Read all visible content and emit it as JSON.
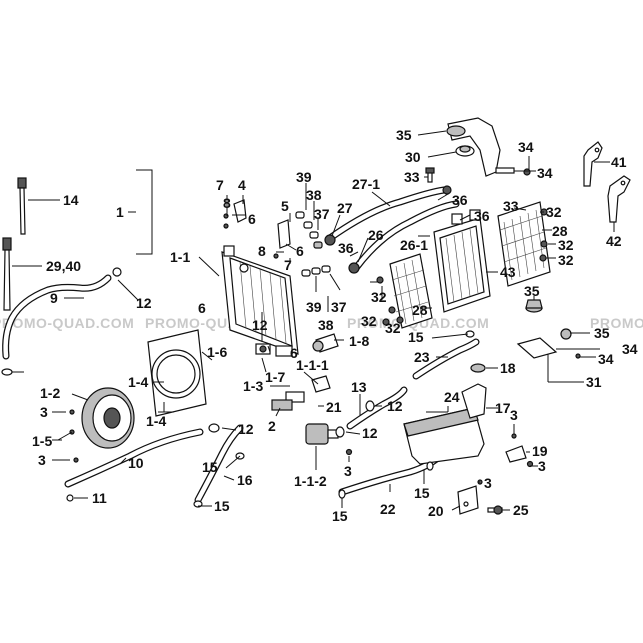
{
  "diagram": {
    "watermark": "PROMO-QUAD.COM",
    "labels": [
      {
        "id": "l35a",
        "text": "35"
      },
      {
        "id": "l34a",
        "text": "34"
      },
      {
        "id": "l30",
        "text": "30"
      },
      {
        "id": "l33a",
        "text": "33"
      },
      {
        "id": "l34b",
        "text": "34"
      },
      {
        "id": "l41",
        "text": "41"
      },
      {
        "id": "l42",
        "text": "42"
      },
      {
        "id": "l14",
        "text": "14"
      },
      {
        "id": "l1",
        "text": "1"
      },
      {
        "id": "l7a",
        "text": "7"
      },
      {
        "id": "l4",
        "text": "4"
      },
      {
        "id": "l8a",
        "text": "8"
      },
      {
        "id": "l6a",
        "text": "6"
      },
      {
        "id": "l39a",
        "text": "39"
      },
      {
        "id": "l38a",
        "text": "38"
      },
      {
        "id": "l37a",
        "text": "37"
      },
      {
        "id": "l27-1",
        "text": "27-1"
      },
      {
        "id": "l27",
        "text": "27"
      },
      {
        "id": "l26",
        "text": "26"
      },
      {
        "id": "l36a",
        "text": "36"
      },
      {
        "id": "l36b",
        "text": "36"
      },
      {
        "id": "l33b",
        "text": "33"
      },
      {
        "id": "l32a",
        "text": "32"
      },
      {
        "id": "l28a",
        "text": "28"
      },
      {
        "id": "l32b",
        "text": "32"
      },
      {
        "id": "l32c",
        "text": "32"
      },
      {
        "id": "l5",
        "text": "5"
      },
      {
        "id": "l8b",
        "text": "8"
      },
      {
        "id": "l6b",
        "text": "6"
      },
      {
        "id": "l7b",
        "text": "7"
      },
      {
        "id": "l26-1",
        "text": "26-1"
      },
      {
        "id": "l43",
        "text": "43"
      },
      {
        "id": "l36c",
        "text": "36"
      },
      {
        "id": "l29-40",
        "text": "29,40"
      },
      {
        "id": "l1-1",
        "text": "1-1"
      },
      {
        "id": "l9",
        "text": "9"
      },
      {
        "id": "l12a",
        "text": "12"
      },
      {
        "id": "l6c",
        "text": "6"
      },
      {
        "id": "l39b",
        "text": "39"
      },
      {
        "id": "l37b",
        "text": "37"
      },
      {
        "id": "l38b",
        "text": "38"
      },
      {
        "id": "l32d",
        "text": "32"
      },
      {
        "id": "l35b",
        "text": "35"
      },
      {
        "id": "l32e",
        "text": "32"
      },
      {
        "id": "l32f",
        "text": "32"
      },
      {
        "id": "l28b",
        "text": "28"
      },
      {
        "id": "l15a",
        "text": "15"
      },
      {
        "id": "l35c",
        "text": "35"
      },
      {
        "id": "l34c",
        "text": "34"
      },
      {
        "id": "l34d",
        "text": "34"
      },
      {
        "id": "l12b",
        "text": "12"
      },
      {
        "id": "l1-6",
        "text": "1-6"
      },
      {
        "id": "l1-8",
        "text": "1-8"
      },
      {
        "id": "l1-1-1",
        "text": "1-1-1"
      },
      {
        "id": "l23",
        "text": "23"
      },
      {
        "id": "l18",
        "text": "18"
      },
      {
        "id": "l31",
        "text": "31"
      },
      {
        "id": "l1-4a",
        "text": "1-4"
      },
      {
        "id": "l1-2",
        "text": "1-2"
      },
      {
        "id": "l6d",
        "text": "6"
      },
      {
        "id": "l1-7",
        "text": "1-7"
      },
      {
        "id": "l1-3",
        "text": "1-3"
      },
      {
        "id": "l13",
        "text": "13"
      },
      {
        "id": "l3a",
        "text": "3"
      },
      {
        "id": "l1-4b",
        "text": "1-4"
      },
      {
        "id": "l21",
        "text": "21"
      },
      {
        "id": "l12c",
        "text": "12"
      },
      {
        "id": "l24",
        "text": "24"
      },
      {
        "id": "l17",
        "text": "17"
      },
      {
        "id": "l1-5",
        "text": "1-5"
      },
      {
        "id": "l2",
        "text": "2"
      },
      {
        "id": "l12d",
        "text": "12"
      },
      {
        "id": "l12e",
        "text": "12"
      },
      {
        "id": "l3b",
        "text": "3"
      },
      {
        "id": "l19",
        "text": "19"
      },
      {
        "id": "l3c",
        "text": "3"
      },
      {
        "id": "l10",
        "text": "10"
      },
      {
        "id": "l15b",
        "text": "15"
      },
      {
        "id": "l3d",
        "text": "3"
      },
      {
        "id": "l3e",
        "text": "3"
      },
      {
        "id": "l16",
        "text": "16"
      },
      {
        "id": "l1-1-2",
        "text": "1-1-2"
      },
      {
        "id": "l15c",
        "text": "15"
      },
      {
        "id": "l3f",
        "text": "3"
      },
      {
        "id": "l11",
        "text": "11"
      },
      {
        "id": "l15d",
        "text": "15"
      },
      {
        "id": "l22",
        "text": "22"
      },
      {
        "id": "l20",
        "text": "20"
      },
      {
        "id": "l25",
        "text": "25"
      },
      {
        "id": "l15e",
        "text": "15"
      }
    ]
  }
}
